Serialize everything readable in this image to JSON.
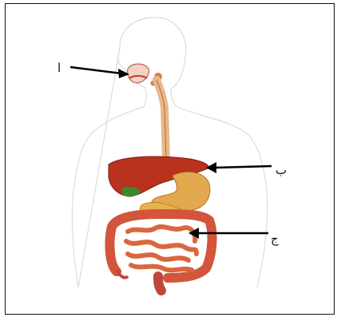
{
  "labels": {
    "a": "ا",
    "b": "ب",
    "c": "ج"
  },
  "colors": {
    "frame": "#111111",
    "body_outline": "#dcdcdc",
    "esophagus": "#e7b98a",
    "liver": "#b8321e",
    "stomach": "#e3a94e",
    "pancreas": "#e8b24a",
    "gallbladder": "#3c8a2e",
    "small_intestine": "#d9673f",
    "large_intestine": "#d2553c",
    "arrow": "#000000"
  }
}
